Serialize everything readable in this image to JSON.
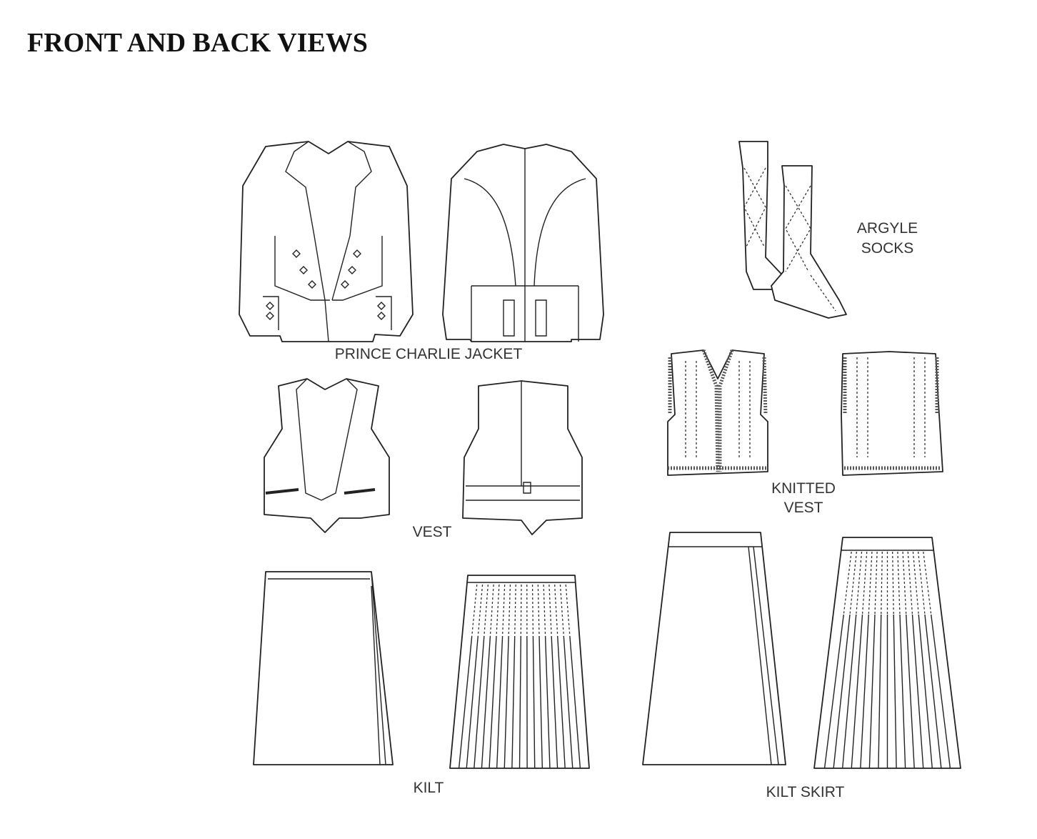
{
  "page": {
    "title": "FRONT AND BACK VIEWS"
  },
  "labels": {
    "jacket": "PRINCE CHARLIE JACKET",
    "socks_line1": "ARGYLE",
    "socks_line2": "SOCKS",
    "vest": "VEST",
    "knitted_line1": "KNITTED",
    "knitted_line2": "VEST",
    "kilt": "KILT",
    "kilt_skirt": "KILT SKIRT"
  }
}
